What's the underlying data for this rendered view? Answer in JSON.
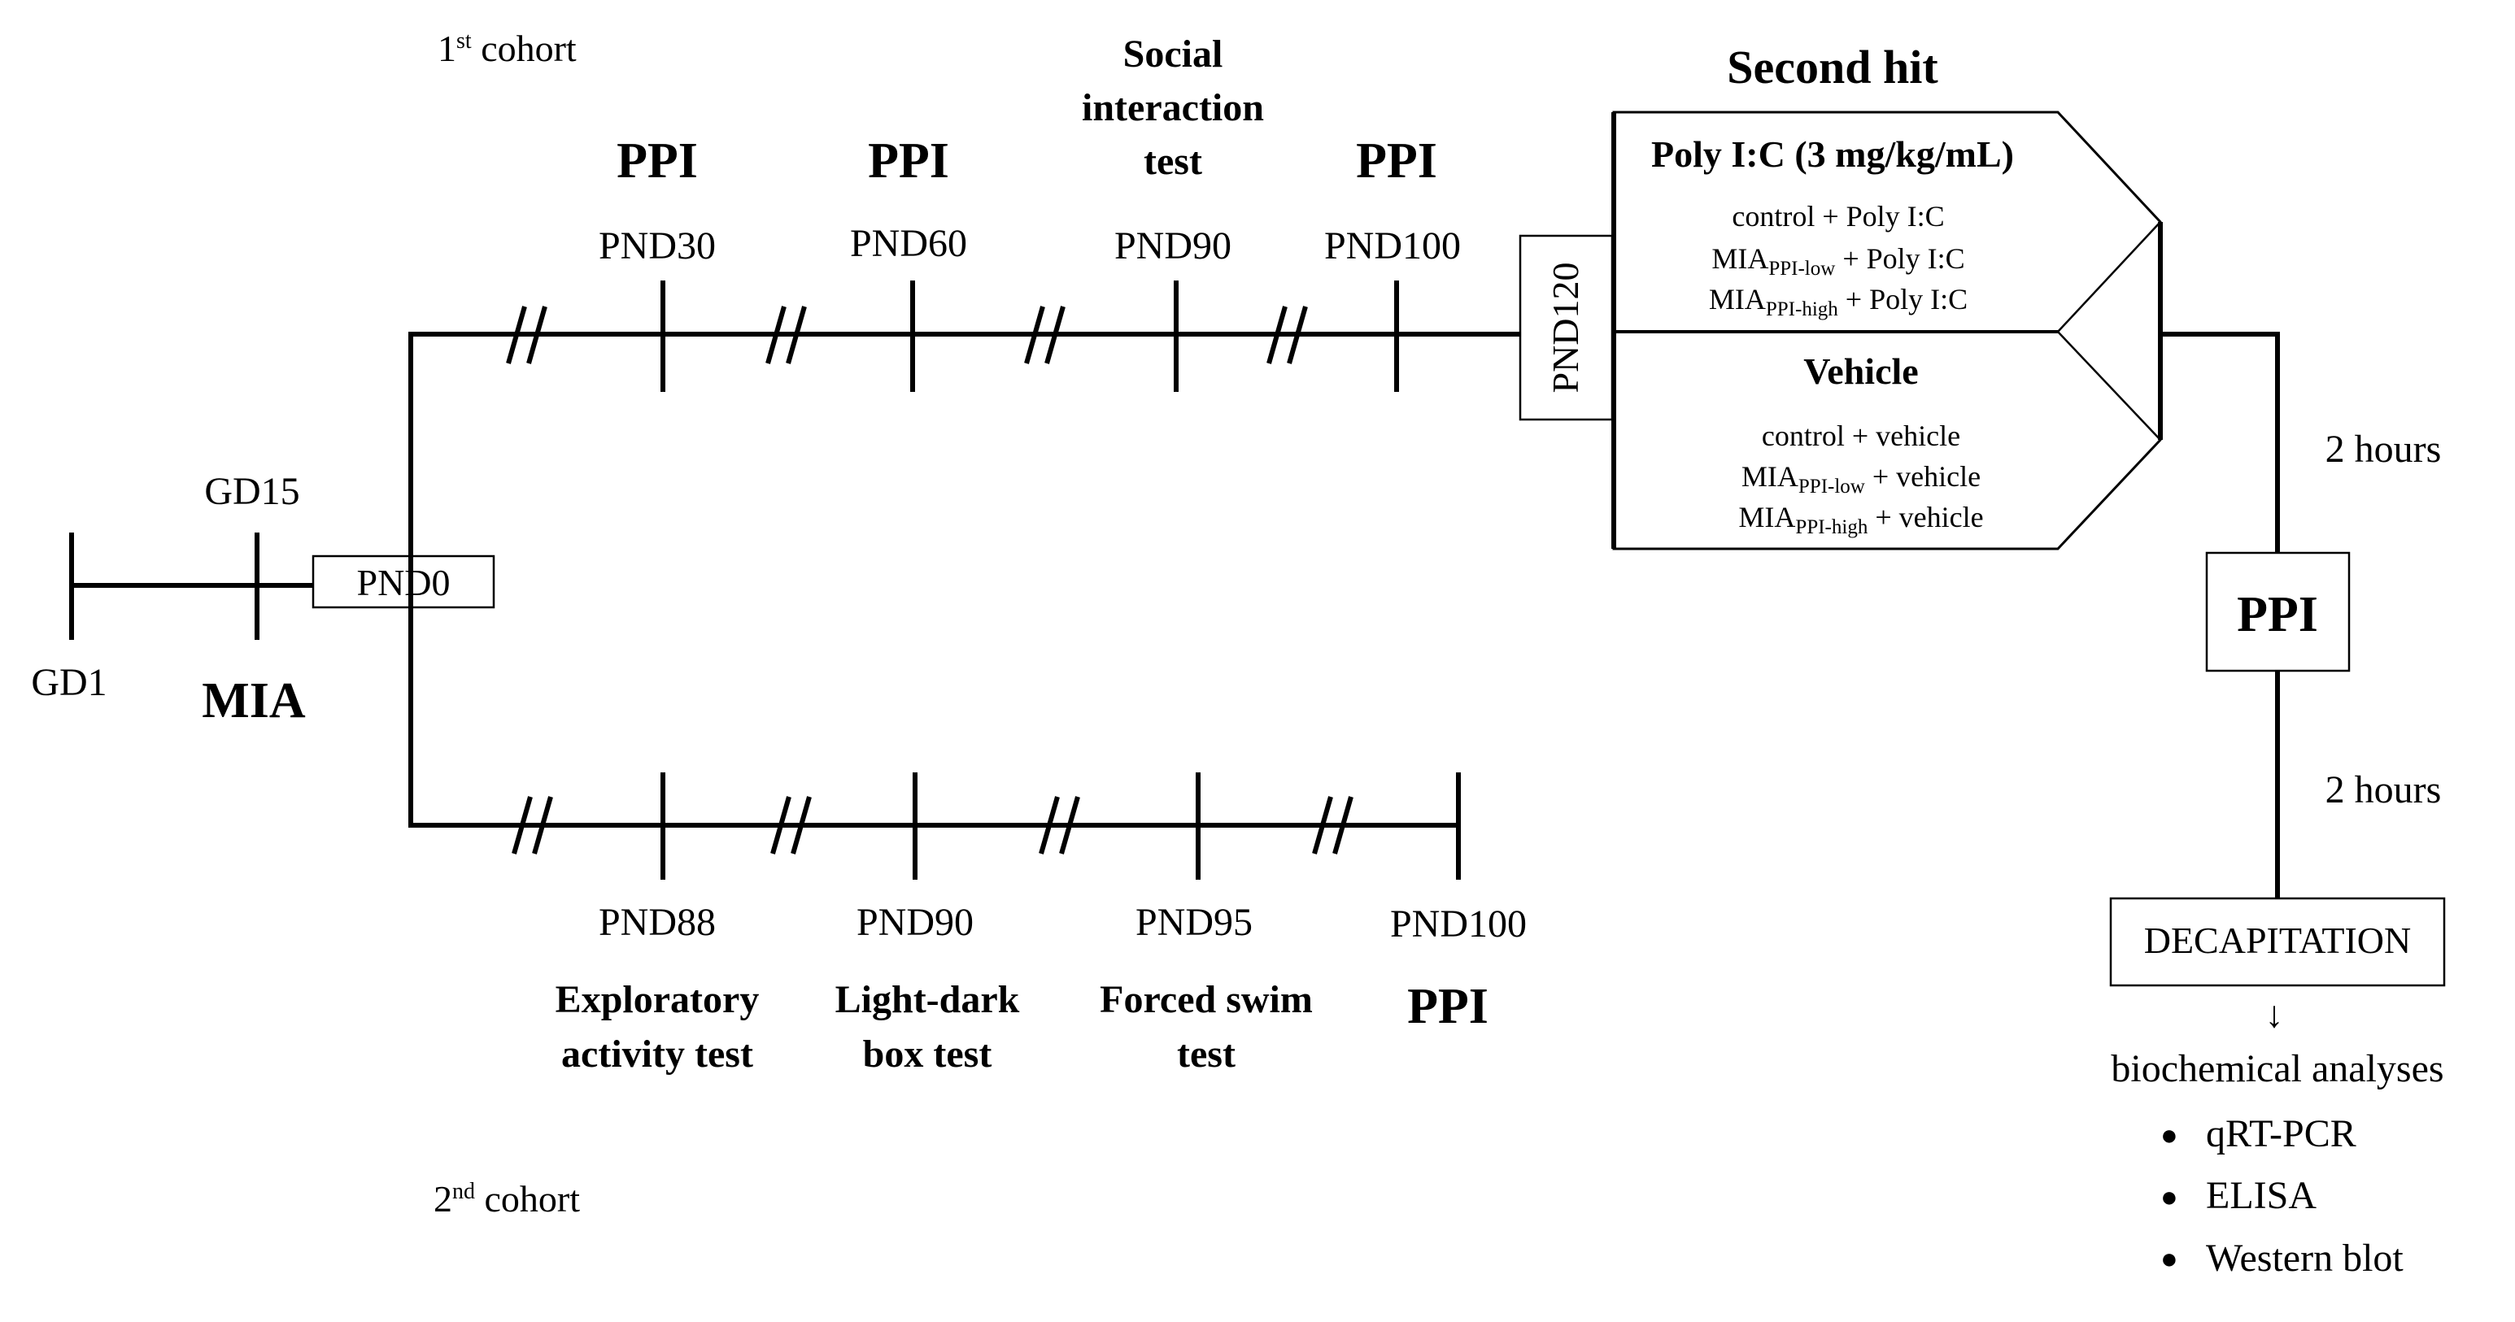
{
  "maternal": {
    "gd1": "GD1",
    "gd15": "GD15",
    "mia": "MIA",
    "pnd0": "PND0"
  },
  "cohort1": {
    "label_main": "1",
    "label_sup": "st",
    "label_rest": " cohort",
    "points": [
      {
        "pnd": "PND30",
        "test_lines": [
          "PPI"
        ]
      },
      {
        "pnd": "PND60",
        "test_lines": [
          "PPI"
        ]
      },
      {
        "pnd": "PND90",
        "test_lines": [
          "Social",
          "interaction",
          "test"
        ]
      },
      {
        "pnd": "PND100",
        "test_lines": [
          "PPI"
        ]
      }
    ]
  },
  "cohort2": {
    "label_main": "2",
    "label_sup": "nd",
    "label_rest": " cohort",
    "points": [
      {
        "pnd": "PND88",
        "test_lines": [
          "Exploratory",
          "activity test"
        ]
      },
      {
        "pnd": "PND90",
        "test_lines": [
          "Light-dark",
          "box test"
        ]
      },
      {
        "pnd": "PND95",
        "test_lines": [
          "Forced swim",
          "test"
        ]
      },
      {
        "pnd": "PND100",
        "test_lines": [
          "PPI"
        ]
      }
    ]
  },
  "second_hit": {
    "title": "Second hit",
    "pnd120": "PND120",
    "poly": {
      "title": "Poly I:C (3 mg/kg/mL)",
      "groups": [
        {
          "main": "control",
          "sub": "",
          "suffix": " + Poly  I:C"
        },
        {
          "main": "MIA",
          "sub": "PPI-low",
          "suffix": " + Poly  I:C"
        },
        {
          "main": "MIA",
          "sub": "PPI-high",
          "suffix": " + Poly I:C"
        }
      ]
    },
    "vehicle": {
      "title": "Vehicle",
      "groups": [
        {
          "main": "control",
          "sub": "",
          "suffix": "  + vehicle"
        },
        {
          "main": "MIA",
          "sub": "PPI-low",
          "suffix": " + vehicle"
        },
        {
          "main": "MIA",
          "sub": "PPI-high",
          "suffix": " + vehicle"
        }
      ]
    }
  },
  "followup": {
    "interval1": "2 hours",
    "ppi": "PPI",
    "interval2": "2 hours",
    "decapitation": "DECAPITATION",
    "arrow": "↓",
    "analyses_title": "biochemical analyses",
    "bullet": "●",
    "analyses": [
      "qRT-PCR",
      "ELISA",
      "Western blot"
    ]
  }
}
